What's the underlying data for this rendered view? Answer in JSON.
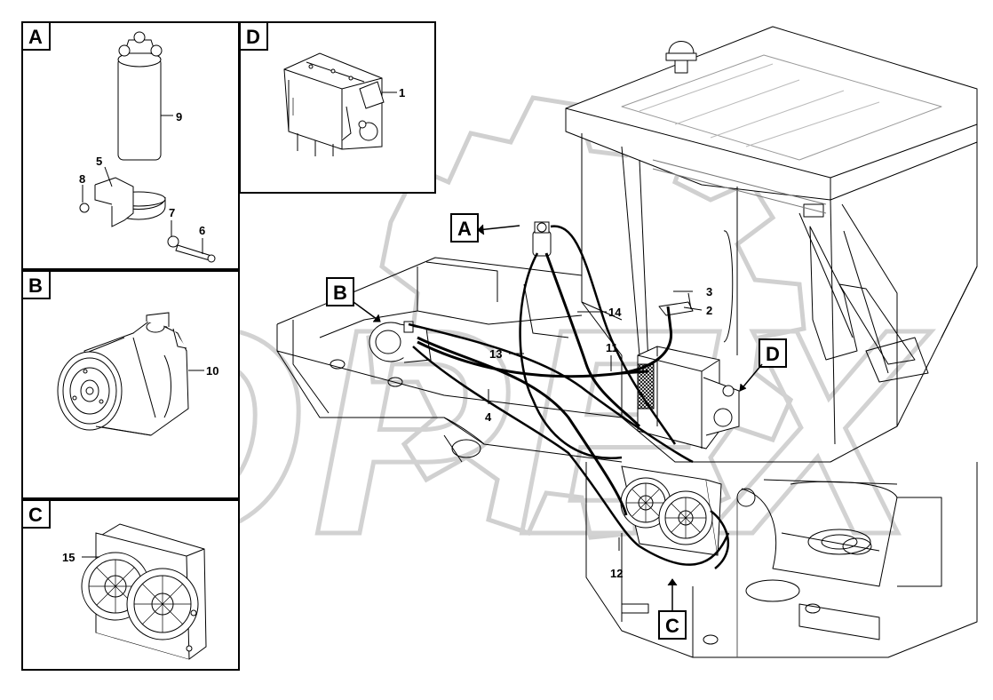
{
  "watermark": "OPEX",
  "panels": {
    "a": {
      "letter": "A",
      "callouts": [
        "9",
        "5",
        "8",
        "7",
        "6"
      ]
    },
    "b": {
      "letter": "B",
      "callouts": [
        "10"
      ]
    },
    "c": {
      "letter": "C",
      "callouts": [
        "15"
      ]
    },
    "d": {
      "letter": "D",
      "callouts": [
        "1"
      ]
    }
  },
  "main": {
    "refs": [
      "A",
      "B",
      "C",
      "D"
    ],
    "callouts": [
      "3",
      "2",
      "14",
      "13",
      "11",
      "4",
      "12"
    ]
  },
  "colors": {
    "line": "#000000",
    "faint": "#b8b8b8",
    "watermark": "#d4d4d4"
  }
}
